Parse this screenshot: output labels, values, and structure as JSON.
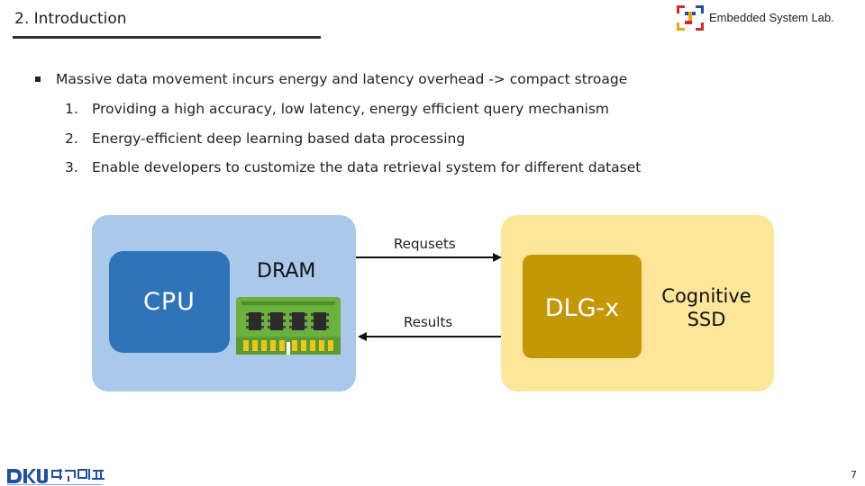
{
  "header": {
    "title": "2. Introduction",
    "lab_name": "Embedded System Lab."
  },
  "content": {
    "bullet": "Massive data movement incurs energy and latency overhead -> compact stroage",
    "items": [
      {
        "num": "1.",
        "text": "Providing a high accuracy, low latency, energy efficient query mechanism"
      },
      {
        "num": "2.",
        "text": "Energy-efficient deep learning based data processing"
      },
      {
        "num": "3.",
        "text": "Enable developers to customize the data retrieval system for different dataset"
      }
    ]
  },
  "diagram": {
    "cpu_label": "CPU",
    "dram_label": "DRAM",
    "requests_label": "Requsets",
    "results_label": "Results",
    "dlg_label": "DLG-x",
    "ssd_label_line1": "Cognitive",
    "ssd_label_line2": "SSD"
  },
  "footer": {
    "university_logo": "dankook-university-logo",
    "page_number": "7"
  },
  "colors": {
    "host_bg": "#a9c8ea",
    "cpu": "#2e72b8",
    "ssd_bg": "#fde69a",
    "dlg": "#c49707",
    "dram_board": "#6bb13e"
  }
}
